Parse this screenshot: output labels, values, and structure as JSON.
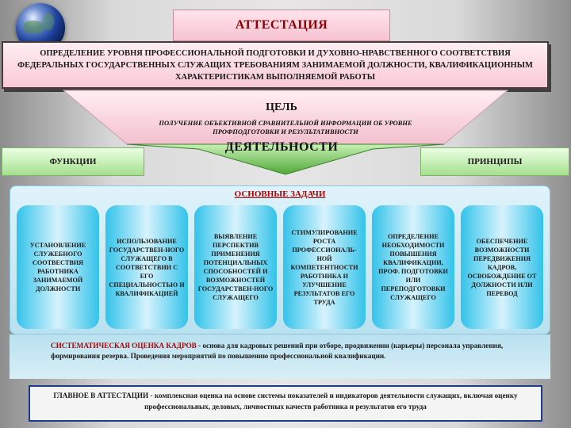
{
  "title": "АТТЕСТАЦИЯ",
  "definition": "ОПРЕДЕЛЕНИЕ УРОВНЯ ПРОФЕССИОНАЛЬНОЙ ПОДГОТОВКИ И ДУХОВНО-НРАВСТВЕННОГО СООТВЕТСТВИЯ ФЕДЕРАЛЬНЫХ ГОСУДАРСТВЕННЫХ СЛУЖАЩИХ ТРЕБОВАНИЯМ ЗАНИМАЕМОЙ ДОЛЖНОСТИ, КВАЛИФИКАЦИОННЫМ ХАРАКТЕРИСТИКАМ ВЫПОЛНЯЕМОЙ РАБОТЫ",
  "goal": {
    "heading": "ЦЕЛЬ",
    "text": "ПОЛУЧЕНИЕ ОБЪЕКТИВНОЙ СРАВНИТЕЛЬНОЙ ИНФОРМАЦИИ ОБ УРОВНЕ ПРОФПОДГОТОВКИ И РЕЗУЛЬТАТИВНОСТИ"
  },
  "activity": "ДЕЯТЕЛЬНОСТИ",
  "functions": "ФУНКЦИИ",
  "principles": "ПРИНЦИПЫ",
  "tasks": {
    "heading": "ОСНОВНЫЕ ЗАДАЧИ",
    "items": [
      "УСТАНОВЛЕНИЕ СЛУЖЕБНОГО СООТВЕСТВИЯ РАБОТНИКА ЗАНИМАЕМОЙ ДОЛЖНОСТИ",
      "ИСПОЛЬЗОВАНИЕ ГОСУДАРСТВЕН-НОГО СЛУЖАЩЕГО В СООТВЕТСТВИИ С ЕГО СПЕЦИАЛЬНОСТЬЮ И КВАЛИФИКАЦИЕЙ",
      "ВЫЯВЛЕНИЕ ПЕРСПЕКТИВ ПРИМЕНЕНИЯ ПОТЕНЦИАЛЬНЫХ СПОСОБНОСТЕЙ И ВОЗМОЖНОСТЕЙ ГОСУДАРСТВЕН-НОГО СЛУЖАЩЕГО",
      "СТИМУЛИРОВАНИЕ РОСТА ПРОФЕССИОНАЛЬ-НОЙ КОМПЕТЕНТНОСТИ РАБОТНИКА И УЛУЧШЕНИЕ РЕЗУЛЬТАТОВ ЕГО ТРУДА",
      "ОПРЕДЕЛЕНИЕ НЕОБХОДИМОСТИ ПОВЫШЕНИЯ КВАЛИФИКАЦИИ, ПРОФ. ПОДГОТОВКИ ИЛИ ПЕРЕПОДГОТОВКИ СЛУЖАЩЕГО",
      "ОБЕСПЕЧЕНИЕ ВОЗМОЖНОСТИ ПЕРЕДВИЖЕНИЯ КАДРОВ, ОСВОБОЖДЕНИЕ ОТ ДОЛЖНОСТИ ИЛИ ПЕРЕВОД"
    ]
  },
  "summary": {
    "lead": "СИСТЕМАТИЧЕСКАЯ ОЦЕНКА КАДРОВ",
    "text": " - основа для кадровых решений при отборе, продвижении (карьеры) персонала управления, формирования резерва. Проведения мероприятий по повышению профессиональной квалификации."
  },
  "main": {
    "lead": "ГЛАВНОЕ В АТТЕСТАЦИИ",
    "text": " - комплексная оценка на основе системы показателей и индикаторов деятельности служащих, включая оценку профессиональных, деловых, личностных качеств работника и результатов его труда"
  },
  "colors": {
    "title_text": "#8b0000",
    "pink": "#f8c9d7",
    "green": "#8fd36a",
    "teal": "#34c3ea",
    "red_text": "#b00000"
  }
}
